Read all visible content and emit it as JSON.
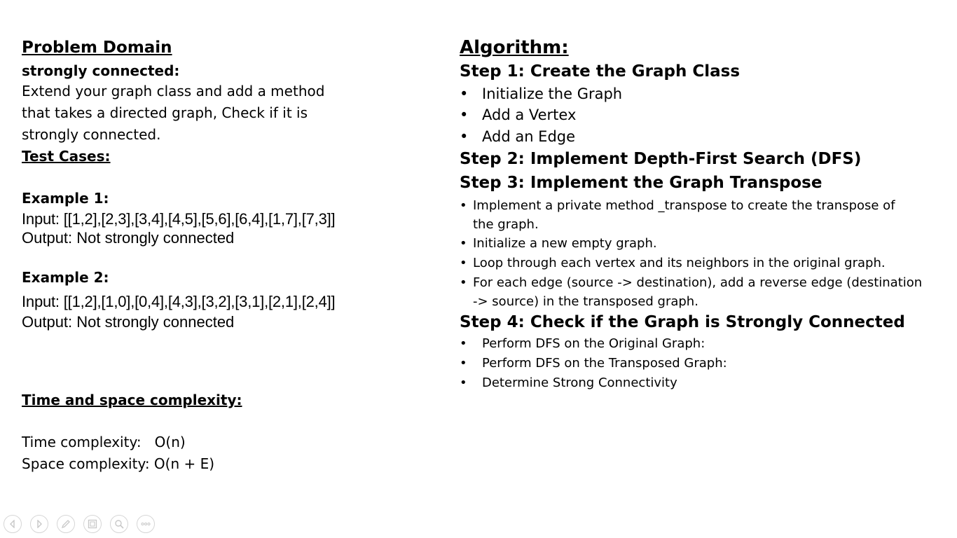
{
  "left": {
    "title": "Problem Domain",
    "subtitle": "strongly connected:",
    "description_lines": [
      "Extend your graph class and add a method",
      "that takes a directed graph, Check if it is",
      "strongly connected."
    ],
    "test_cases_heading": "Test Cases:",
    "examples": [
      {
        "title": "Example 1:",
        "input": "Input: [[1,2],[2,3],[3,4],[4,5],[5,6],[6,4],[1,7],[7,3]]",
        "output": "Output: Not strongly connected"
      },
      {
        "title": "Example 2:",
        "input": "Input: [[1,2],[1,0],[0,4],[4,3],[3,2],[3,1],[2,1],[2,4]]",
        "output": "Output: Not strongly connected"
      }
    ],
    "complexity_heading": "Time and space complexity:",
    "time_complexity": "Time complexity:   O(n)",
    "space_complexity": "Space complexity: O(n + E)"
  },
  "right": {
    "title": "Algorithm:",
    "step1": {
      "heading": "Step 1: Create the Graph Class",
      "bullets": [
        "Initialize the Graph",
        "Add a Vertex",
        "Add an Edge"
      ]
    },
    "step2": {
      "heading": "Step 2: Implement Depth-First Search (DFS)"
    },
    "step3": {
      "heading": "Step 3: Implement the Graph Transpose",
      "bullets": [
        [
          "Implement a private method _transpose to create the transpose of",
          "the graph."
        ],
        [
          "Initialize a new empty graph."
        ],
        [
          "Loop through each vertex and its neighbors in the original graph."
        ],
        [
          "For each edge (source -> destination), add a reverse edge (destination",
          "-> source) in the transposed graph."
        ]
      ]
    },
    "step4": {
      "heading": "Step 4: Check if the Graph is Strongly Connected",
      "bullets": [
        "Perform DFS on the Original Graph:",
        "Perform DFS on the Transposed Graph:",
        "Determine Strong Connectivity"
      ]
    },
    "bullet_char": "•"
  },
  "toolbar": {
    "icons": [
      "previous-icon",
      "next-icon",
      "pen-icon",
      "slides-icon",
      "zoom-icon",
      "more-icon"
    ],
    "icon_color": "#c8c8c8"
  }
}
